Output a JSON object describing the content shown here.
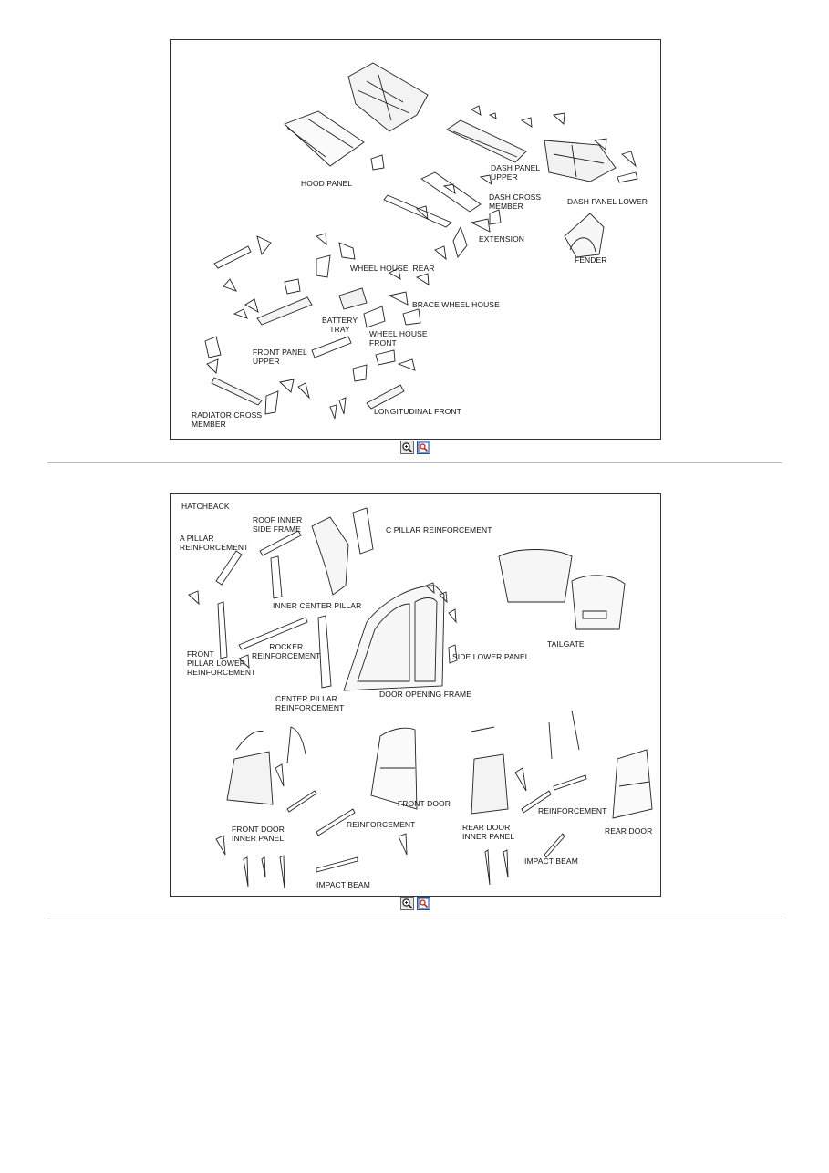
{
  "figures": [
    {
      "id_text": "",
      "labels": [
        "HOOD PANEL",
        "DASH PANEL\nUPPER",
        "DASH CROSS\nMEMBER",
        "DASH PANEL LOWER",
        "EXTENSION",
        "FENDER",
        "WHEEL HOUSE  REAR",
        "BRACE WHEEL HOUSE",
        "BATTERY\nTRAY",
        "WHEEL HOUSE\nFRONT",
        "FRONT PANEL\nUPPER",
        "RADIATOR CROSS\nMEMBER",
        "LONGITUDINAL FRONT"
      ]
    },
    {
      "id_text": "",
      "labels": [
        "HATCHBACK",
        "ROOF INNER\nSIDE FRAME",
        "C PILLAR REINFORCEMENT",
        "A PILLAR\nREINFORCEMENT",
        "INNER CENTER PILLAR",
        "TAILGATE",
        "FRONT\nPILLAR LOWER\nREINFORCEMENT",
        "ROCKER\nREINFORCEMENT",
        "SIDE LOWER PANEL",
        "CENTER PILLAR\nREINFORCEMENT",
        "DOOR OPENING FRAME",
        "FRONT DOOR",
        "FRONT DOOR\nINNER PANEL",
        "REINFORCEMENT",
        "REAR DOOR\nINNER PANEL",
        "REINFORCEMENT",
        "REAR DOOR",
        "IMPACT BEAM",
        "IMPACT BEAM"
      ]
    }
  ],
  "toolbar": {
    "zoom_icon": "zoom-in-icon",
    "magnify_icon": "magnify-window-icon"
  }
}
